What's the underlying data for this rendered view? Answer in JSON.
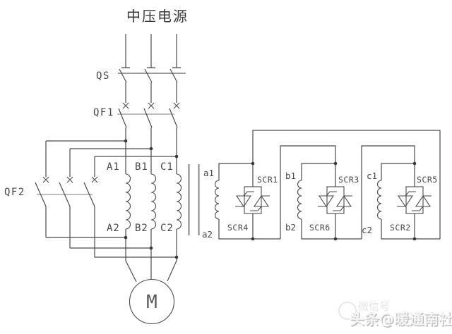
{
  "title": "中压电源",
  "colors": {
    "line": "#4a4a4a",
    "core_grey": "#8f8f8f",
    "text": "#3d3d3d",
    "watermark": "#c9c9c9"
  },
  "switchgear": {
    "disconnector": "QS",
    "breaker_main": "QF1",
    "breaker_bypass": "QF2"
  },
  "transformer": {
    "primary": {
      "a_top": "A1",
      "b_top": "B1",
      "c_top": "C1",
      "a_bot": "A2",
      "b_bot": "B2",
      "c_bot": "C2"
    },
    "secondary": {
      "a_top": "a1",
      "a_bot": "a2",
      "b_top": "b1",
      "b_bot": "b2",
      "c_top": "c1",
      "c_bot": "c2"
    }
  },
  "scr": {
    "scr1": "SCR1",
    "scr2": "SCR2",
    "scr3": "SCR3",
    "scr4": "SCR4",
    "scr5": "SCR5",
    "scr6": "SCR6"
  },
  "motor": {
    "label": "M"
  },
  "watermark": {
    "ghost": "微信号",
    "main": "头条@暖通南社"
  }
}
